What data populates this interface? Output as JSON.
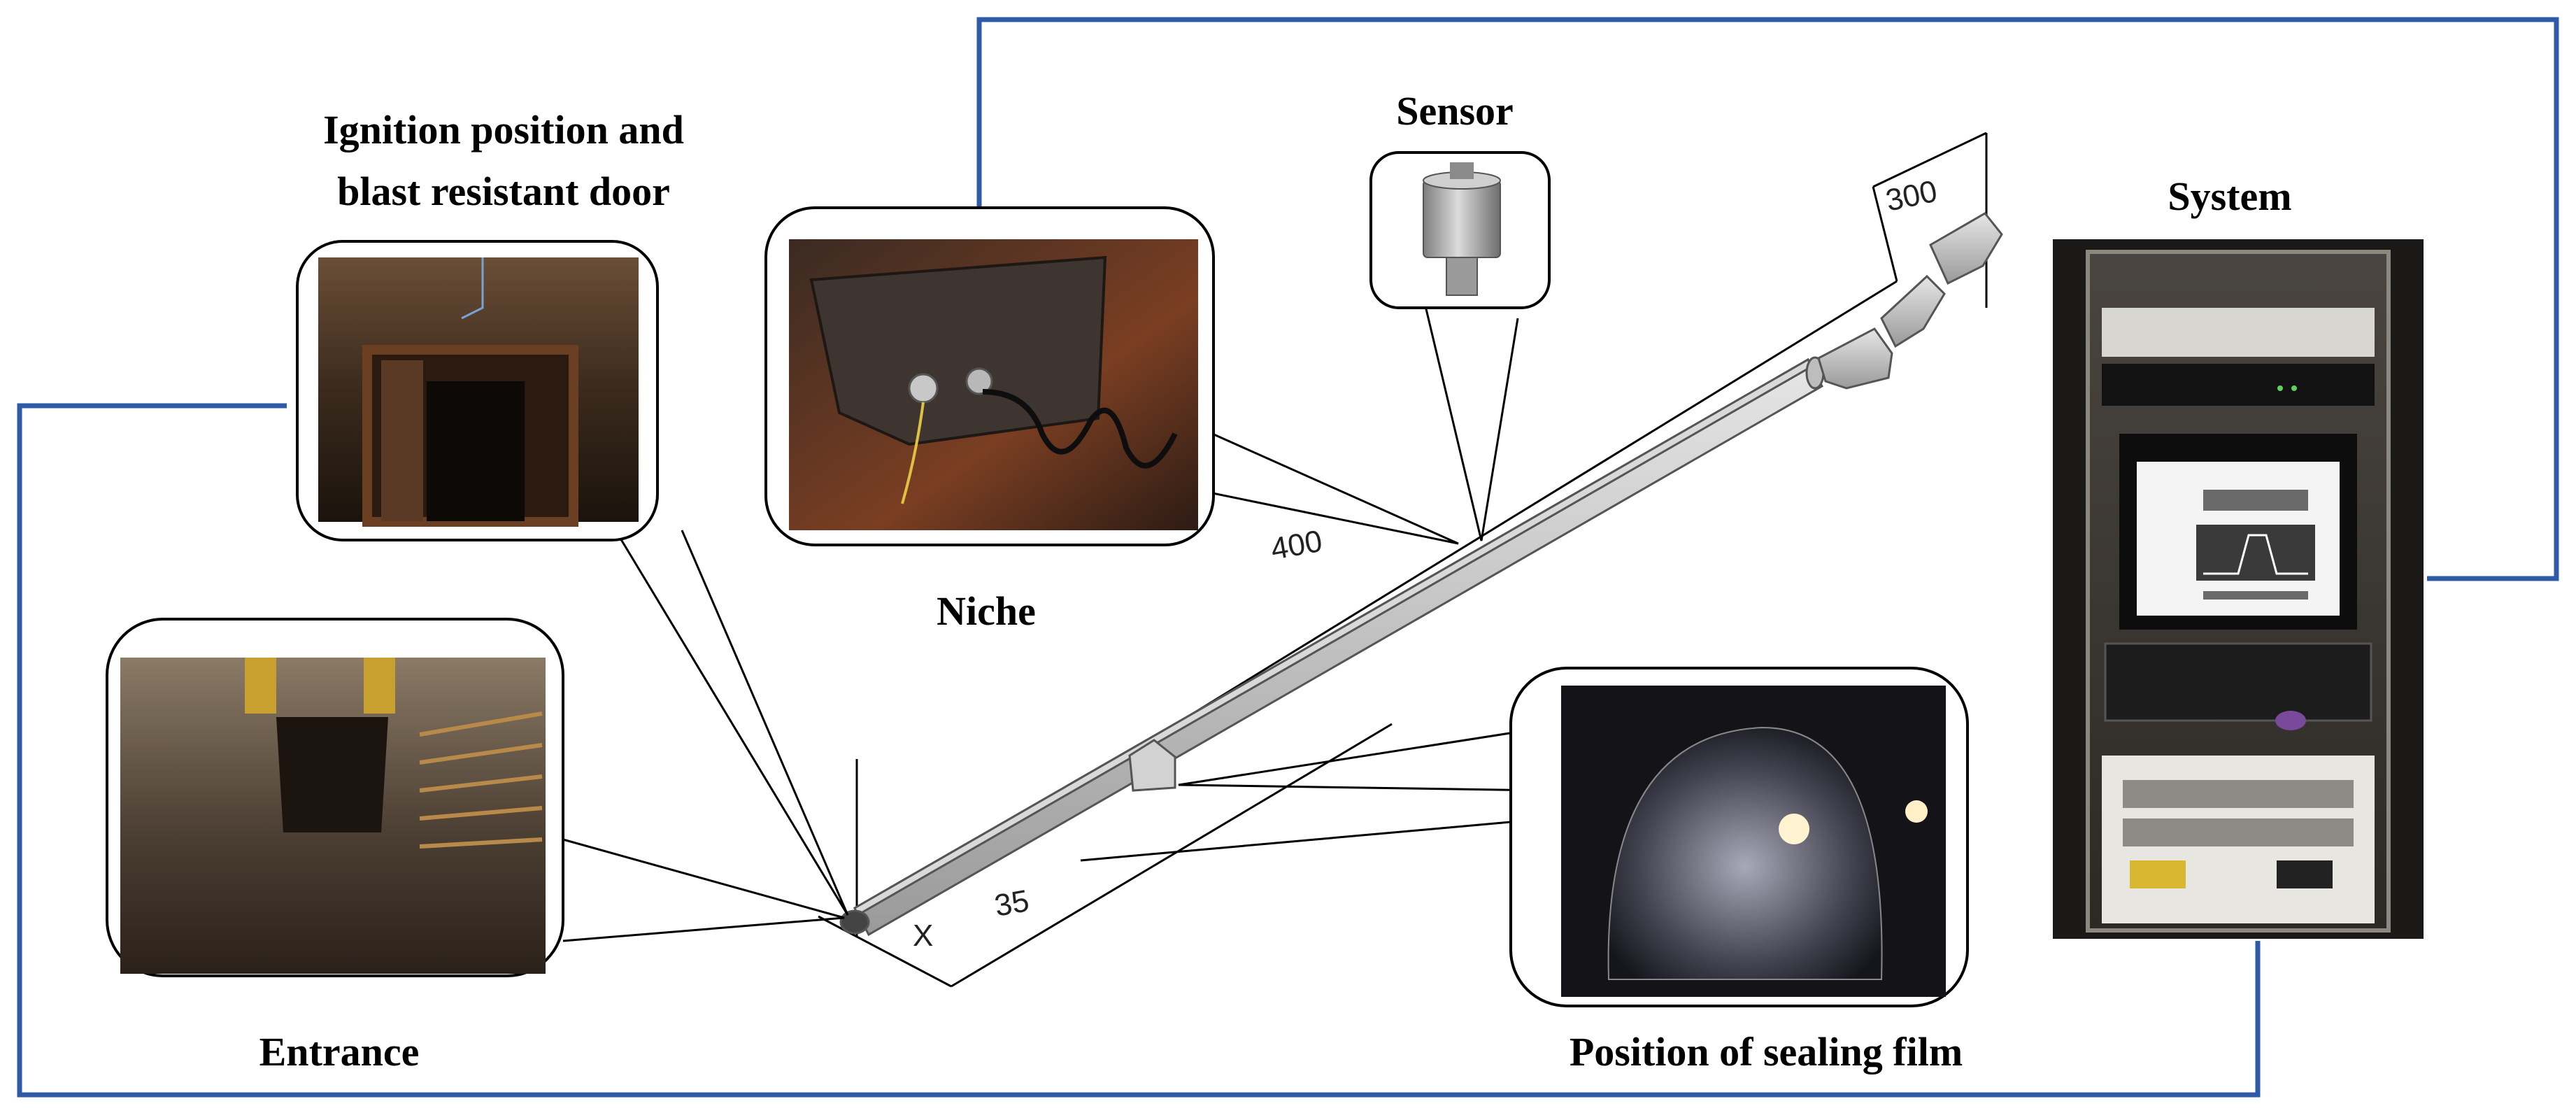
{
  "labels": {
    "ignition_line1": "Ignition position and",
    "ignition_line2": "blast resistant door",
    "sensor": "Sensor",
    "system": "System",
    "niche": "Niche",
    "entrance": "Entrance",
    "sealing_film": "Position of sealing film"
  },
  "dimensions": {
    "d300": "300",
    "d400": "400",
    "d35": "35",
    "axis_x": "X"
  },
  "colors": {
    "cable": "#2e5aa8",
    "outline": "#000000",
    "pipe": "#c8c8c8"
  }
}
